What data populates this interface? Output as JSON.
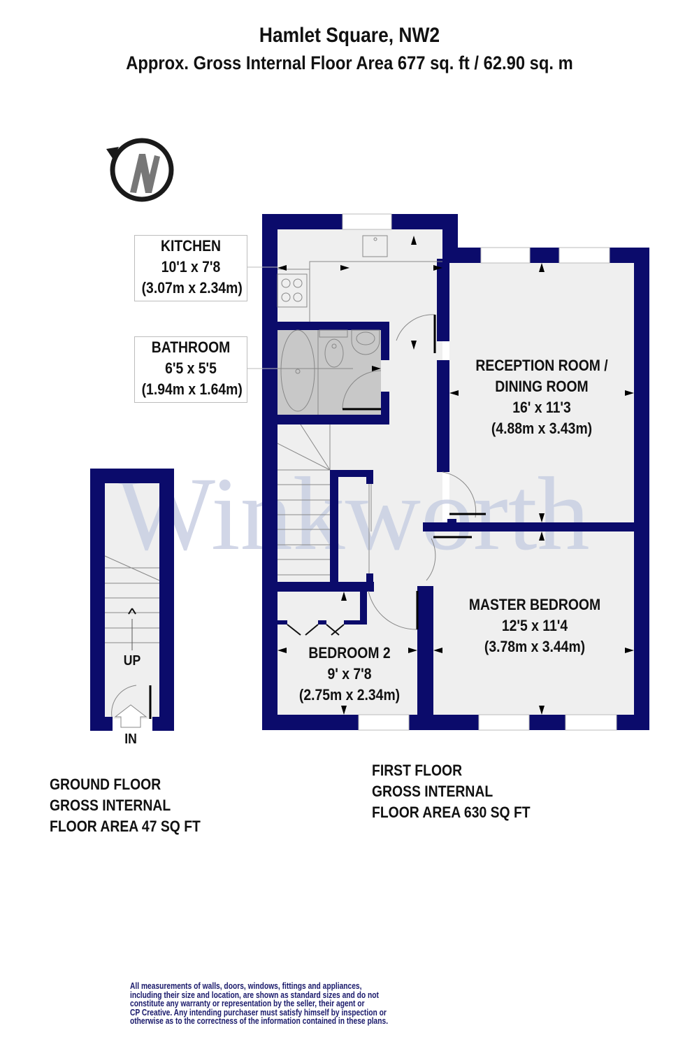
{
  "header": {
    "title": "Hamlet Square, NW2",
    "subtitle": "Approx. Gross Internal Floor Area 677 sq. ft / 62.90 sq. m"
  },
  "compass": {
    "icon": "north-compass-icon",
    "letter": "N"
  },
  "watermark": "Winkworth",
  "colors": {
    "wall": "#0b0b6b",
    "floor": "#efefef",
    "bathroom": "#c8c8c8",
    "watermark": "#c9d0e3"
  },
  "rooms": {
    "kitchen": {
      "name": "KITCHEN",
      "imperial": "10'1 x 7'8",
      "metric": "(3.07m x 2.34m)"
    },
    "bathroom": {
      "name": "BATHROOM",
      "imperial": "6'5 x 5'5",
      "metric": "(1.94m x 1.64m)"
    },
    "reception": {
      "name_line1": "RECEPTION ROOM /",
      "name_line2": "DINING ROOM",
      "imperial": "16' x 11'3",
      "metric": "(4.88m x 3.43m)"
    },
    "master_bedroom": {
      "name": "MASTER BEDROOM",
      "imperial": "12'5 x 11'4",
      "metric": "(3.78m x 3.44m)"
    },
    "bedroom2": {
      "name": "BEDROOM 2",
      "imperial": "9' x 7'8",
      "metric": "(2.75m x 2.34m)"
    }
  },
  "ground_stairs": {
    "up_label": "UP",
    "in_label": "IN"
  },
  "floors": {
    "ground": {
      "line1": "GROUND FLOOR",
      "line2": "GROSS INTERNAL",
      "line3": "FLOOR AREA 47 SQ FT"
    },
    "first": {
      "line1": "FIRST FLOOR",
      "line2": "GROSS INTERNAL",
      "line3": "FLOOR AREA 630 SQ FT"
    }
  },
  "disclaimer": {
    "line1": "All measurements of walls, doors, windows, fittings and appliances,",
    "line2": "including their size and location, are shown as standard sizes and do not",
    "line3": "constitute any warranty or representation by the seller, their agent or",
    "line4": "CP Creative. Any intending purchaser must satisfy himself by inspection or",
    "line5": "otherwise as to the correctness of the information contained in these plans."
  }
}
